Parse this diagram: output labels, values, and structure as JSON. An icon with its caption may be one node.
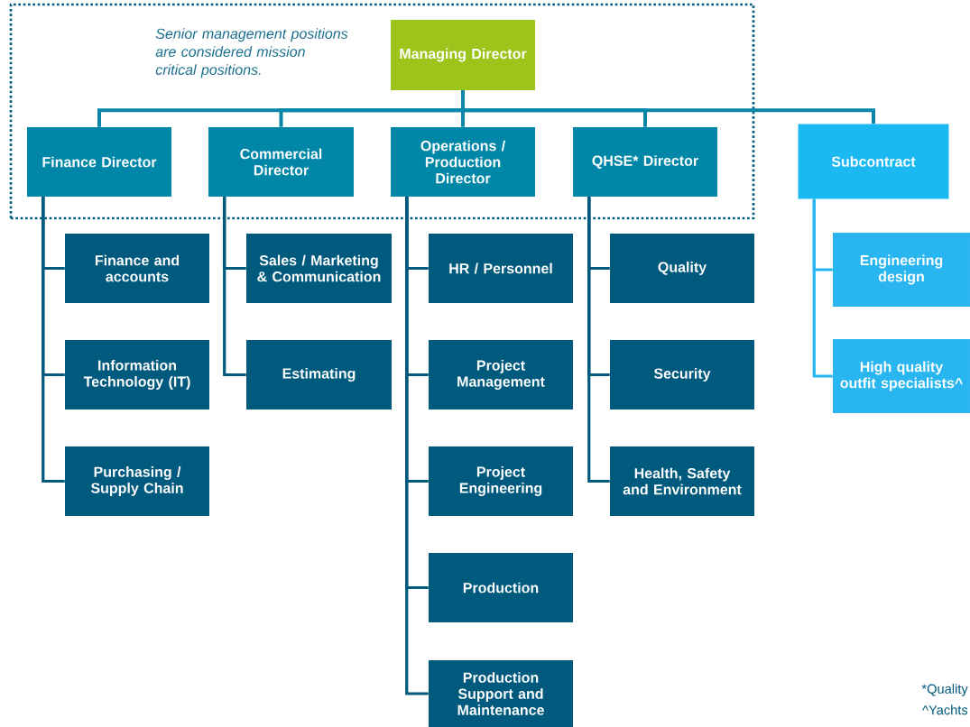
{
  "diagram": {
    "nodes": [
      {
        "text": [
          "Senior management positions are considered mission critical positions."
        ]
      },
      {
        "text": [
          "Managing Director"
        ],
        "in": 0
      },
      {
        "text": [
          "Finance Director"
        ],
        "in": 0
      },
      {
        "text": [
          "Commercial Director"
        ],
        "in": 0
      },
      {
        "text": [
          "Operations / Production Director"
        ],
        "in": 0
      },
      {
        "text": [
          "QHSE* Director"
        ],
        "in": 0
      },
      {
        "text": [
          "Subcontract"
        ]
      },
      {
        "text": [
          "Finance and accounts"
        ]
      },
      {
        "text": [
          "Information Technology (IT)"
        ]
      },
      {
        "text": [
          "Purchasing / Supply Chain"
        ]
      },
      {
        "text": [
          "Sales / Marketing & Communication"
        ]
      },
      {
        "text": [
          "Estimating"
        ]
      },
      {
        "text": [
          "HR / Personnel"
        ]
      },
      {
        "text": [
          "Project Management"
        ]
      },
      {
        "text": [
          "Project Engineering"
        ]
      },
      {
        "text": [
          "Production"
        ]
      },
      {
        "text": [
          "Production Support and Maintenance"
        ]
      },
      {
        "text": [
          "Quality"
        ]
      },
      {
        "text": [
          "Security"
        ]
      },
      {
        "text": [
          "Health, Safety and Environment"
        ]
      },
      {
        "text": [
          "Engineering design"
        ]
      },
      {
        "text": [
          "High quality outfit specialists^"
        ]
      }
    ],
    "edges": [
      {
        "from": 1,
        "to": 2,
        "arrow": "none",
        "color": "#0a87a8"
      },
      {
        "from": 1,
        "to": 3,
        "arrow": "none",
        "color": "#0a87a8"
      },
      {
        "from": 1,
        "to": 4,
        "arrow": "none",
        "color": "#0a87a8"
      },
      {
        "from": 1,
        "to": 5,
        "arrow": "none",
        "color": "#0a87a8"
      },
      {
        "from": 1,
        "to": 6,
        "arrow": "none",
        "color": "#0a87a8"
      },
      {
        "from": 2,
        "to": 7,
        "arrow": "none"
      },
      {
        "from": 2,
        "to": 8,
        "arrow": "none"
      },
      {
        "from": 2,
        "to": 9,
        "arrow": "none"
      },
      {
        "from": 3,
        "to": 10,
        "arrow": "none"
      },
      {
        "from": 3,
        "to": 11,
        "arrow": "none"
      },
      {
        "from": 4,
        "to": 12,
        "arrow": "none"
      },
      {
        "from": 4,
        "to": 13,
        "arrow": "none"
      },
      {
        "from": 4,
        "to": 14,
        "arrow": "none"
      },
      {
        "from": 4,
        "to": 15,
        "arrow": "none"
      },
      {
        "from": 4,
        "to": 16,
        "arrow": "none"
      },
      {
        "from": 5,
        "to": 17,
        "arrow": "none"
      },
      {
        "from": 5,
        "to": 18,
        "arrow": "none"
      },
      {
        "from": 5,
        "to": 19,
        "arrow": "none"
      },
      {
        "from": 6,
        "to": 20,
        "arrow": "none",
        "color": "#29b6f0"
      },
      {
        "from": 6,
        "to": 21,
        "arrow": "none",
        "color": "#29b6f0"
      }
    ],
    "labels": [
      "*Quality",
      "^Yachts"
    ]
  }
}
